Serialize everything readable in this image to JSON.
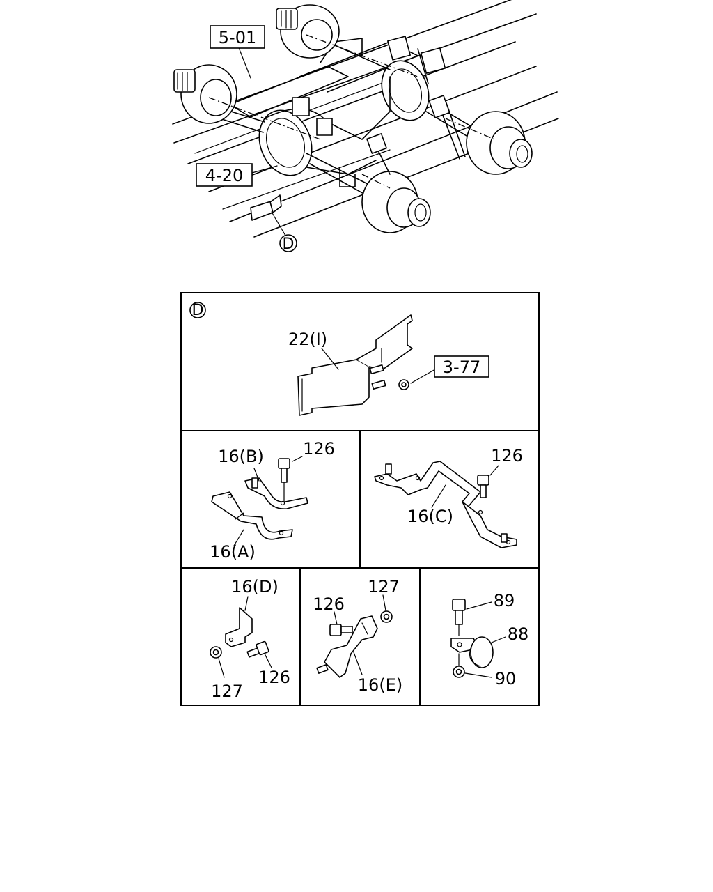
{
  "overview": {
    "refs": [
      "5-01",
      "4-20"
    ],
    "detail_marker": "D"
  },
  "detail": {
    "panel_d_marker": "D",
    "panel_d": {
      "part": "22(I)",
      "ref": "3-77"
    },
    "panel_ab": {
      "part_b": "16(B)",
      "bolt": "126",
      "part_a": "16(A)"
    },
    "panel_c": {
      "bolt": "126",
      "part": "16(C)"
    },
    "panel_dd": {
      "part": "16(D)",
      "nut": "127",
      "bolt": "126"
    },
    "panel_e": {
      "bolt": "126",
      "nut": "127",
      "part": "16(E)"
    },
    "panel_f": {
      "bolt": "89",
      "bushing": "88",
      "nut": "90"
    }
  }
}
